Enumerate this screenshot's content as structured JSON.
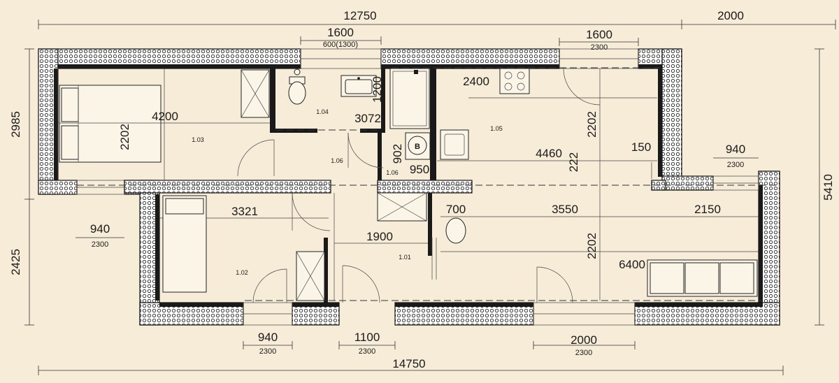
{
  "dimensions": {
    "top_overall": "12750",
    "top_right": "2000",
    "bottom_overall": "14750",
    "left_upper": "2985",
    "left_lower": "2425",
    "right_total": "5410",
    "win_top_bath": {
      "width": "1600",
      "sub": "600(1300)"
    },
    "win_top_kitchen": {
      "width": "1600",
      "sub": "2300"
    },
    "win_left": {
      "width": "940",
      "sub": "2300"
    },
    "win_right": {
      "width": "940",
      "sub": "2300"
    },
    "win_bottom_1": {
      "width": "940",
      "sub": "2300"
    },
    "door_bottom": {
      "width": "1100",
      "sub": "2300"
    },
    "win_bottom_2": {
      "width": "2000",
      "sub": "2300"
    }
  },
  "interior_dims": {
    "bedroom_w": "4200",
    "bedroom_h": "2202",
    "bath_h": "1200",
    "bath_w": "3072",
    "boiler_h": "902",
    "boiler_w": "950",
    "kitchen_w": "2400",
    "kitchen_h": "2202",
    "kitchen_len": "4460",
    "kitchen_small": "222",
    "kitchen_offset": "150",
    "room2_w": "3321",
    "hall_w": "1900",
    "living_a": "700",
    "living_b": "3550",
    "living_c": "2150",
    "living_h": "2202",
    "living_len": "6400"
  },
  "rooms": {
    "r101": "1.01",
    "r102": "1.02",
    "r103": "1.03",
    "r104": "1.04",
    "r105": "1.05",
    "r106a": "1.06",
    "r106b": "1.06"
  },
  "icons": [
    "bed-icon",
    "sofa-icon",
    "stove-icon",
    "sink-icon",
    "toilet-icon",
    "shower-icon",
    "boiler-icon"
  ]
}
